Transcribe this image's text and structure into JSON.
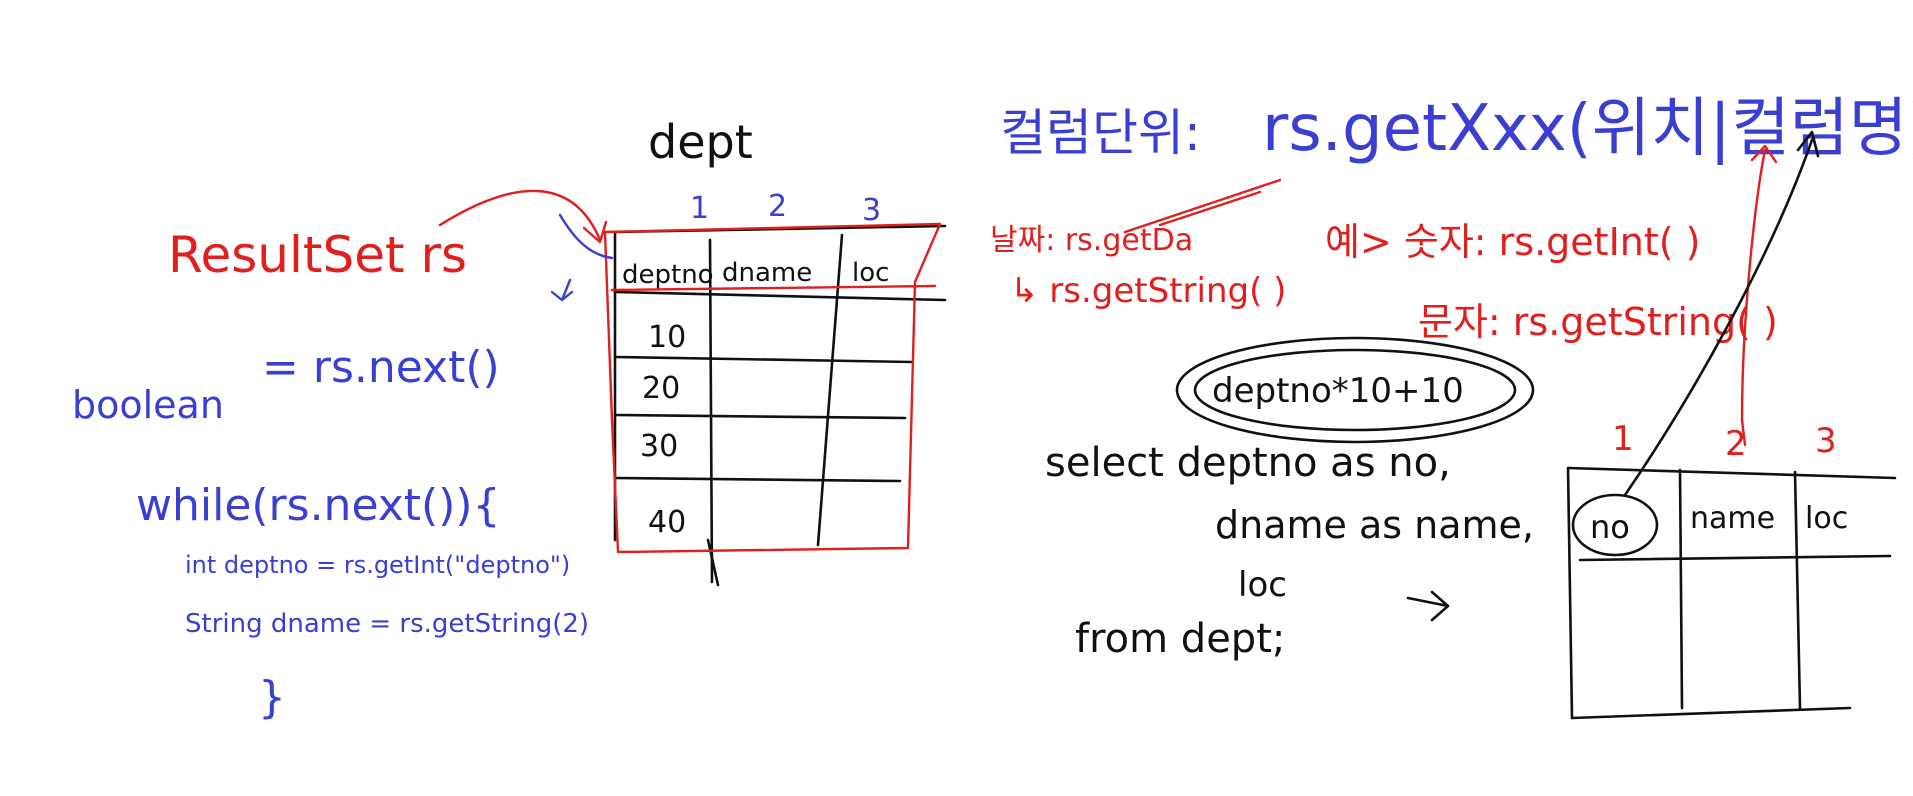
{
  "colors": {
    "ink_black": "#111111",
    "ink_blue": "#3a3fd1",
    "ink_red": "#e0201e"
  },
  "left": {
    "table_title": "dept",
    "col_numbers": [
      "1",
      "2",
      "3"
    ],
    "headers": [
      "deptno",
      "dname",
      "loc"
    ],
    "rows": [
      "10",
      "20",
      "30",
      "40"
    ],
    "resultset_label": "ResultSet rs",
    "boolean_label": "boolean",
    "next_call": "= rs.next()",
    "while_line": "while(rs.next()){",
    "int_line": "int deptno = rs.getInt(\"deptno\")",
    "str_line": "String dname = rs.getString(2)",
    "close_brace": "}"
  },
  "right": {
    "title_prefix": "컬럼단위:",
    "title_code": "rs.getXxx(위치|컬럼명);",
    "ex_label": "예> 숫자: rs.getInt(  )",
    "date_label": "날짜: rs.getDa",
    "date_string": "↳ rs.getString( )",
    "char_label": "문자: rs.getString(  )",
    "expr": "deptno*10+10",
    "sql_select": "select deptno as no,",
    "sql_dname": "dname as name,",
    "sql_loc": "loc",
    "sql_from": "from dept;",
    "col_numbers": [
      "1",
      "2",
      "3"
    ],
    "headers": [
      "no",
      "name",
      "loc"
    ]
  }
}
